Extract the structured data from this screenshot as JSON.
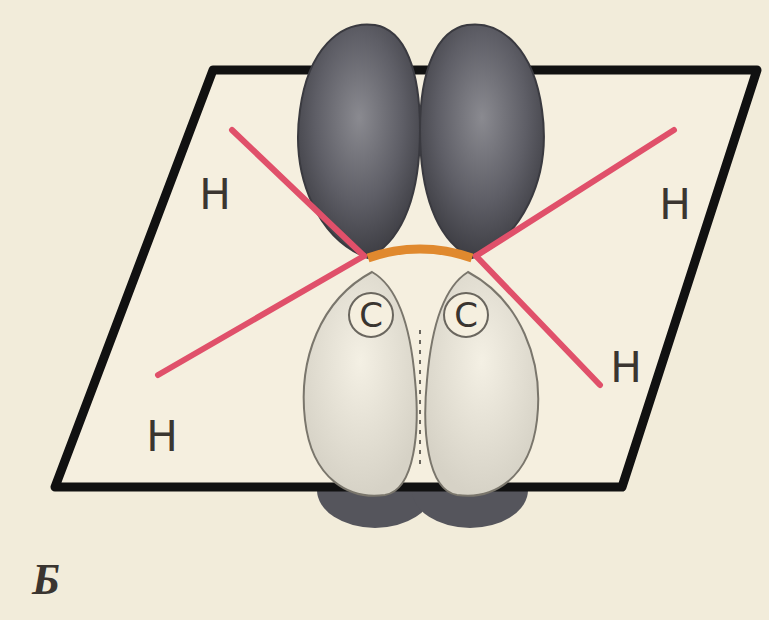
{
  "diagram": {
    "labels": [
      "H",
      "H",
      "H",
      "H",
      "C",
      "C",
      "Б"
    ]
  }
}
